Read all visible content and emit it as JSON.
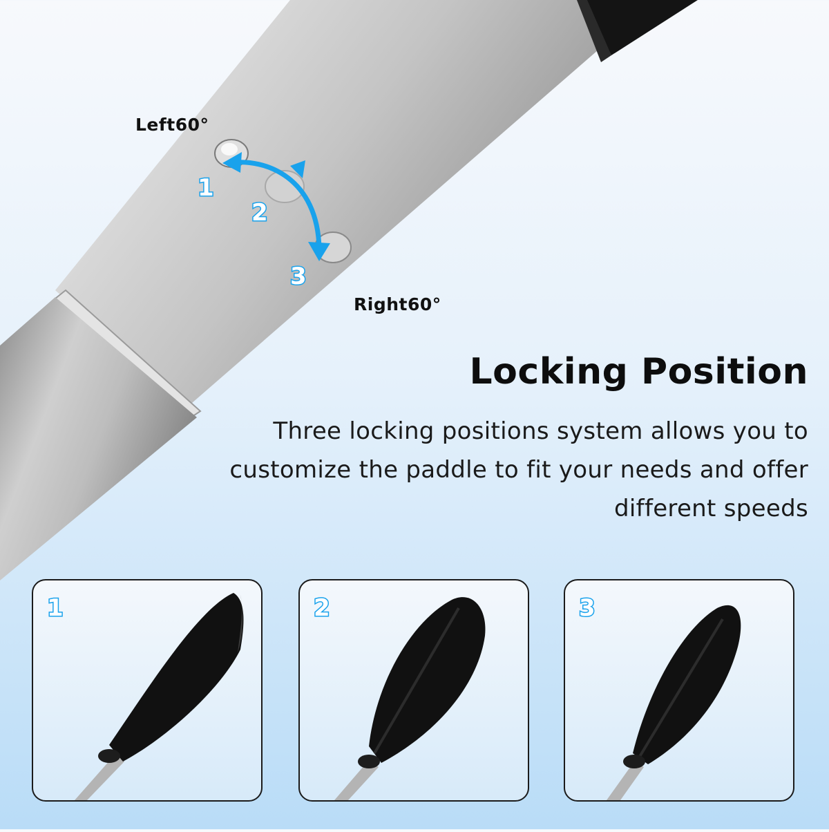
{
  "diagram": {
    "left_label": "Left60°",
    "right_label": "Right60°",
    "steps": [
      "1",
      "2",
      "3"
    ]
  },
  "heading": {
    "title": "Locking Position",
    "description": "Three locking positions system allows you to customize the paddle to fit your needs and offer different speeds"
  },
  "panels": [
    {
      "number": "1"
    },
    {
      "number": "2"
    },
    {
      "number": "3"
    }
  ],
  "colors": {
    "accent": "#19a2ec",
    "shaft": "#c6c6c6",
    "blade": "#111111",
    "background_top": "#f7f9fc",
    "background_bottom": "#b9dcf7"
  }
}
